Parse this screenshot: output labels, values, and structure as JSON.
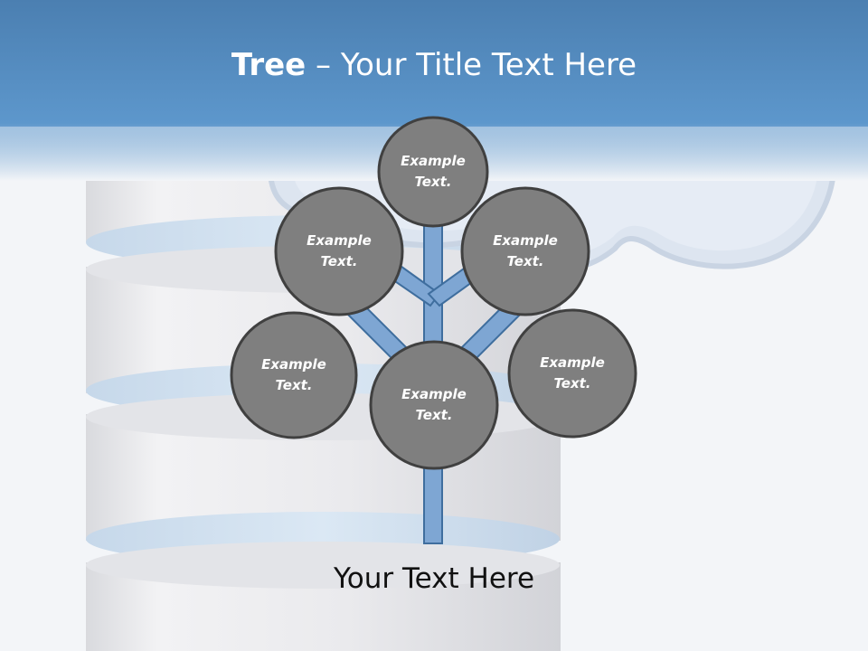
{
  "slide": {
    "title_bold": "Tree",
    "title_rest": " – Your Title Text Here",
    "caption": "Your Text Here"
  },
  "nodes": [
    {
      "line1": "Example",
      "line2": "Text."
    },
    {
      "line1": "Example",
      "line2": "Text."
    },
    {
      "line1": "Example",
      "line2": "Text."
    },
    {
      "line1": "Example",
      "line2": "Text."
    },
    {
      "line1": "Example",
      "line2": "Text."
    },
    {
      "line1": "Example",
      "line2": "Text."
    }
  ],
  "colors": {
    "header_blue": "#5a93c8",
    "node_fill": "#7f7f7f",
    "node_stroke": "#404040",
    "branch_fill": "#7ea6d3",
    "branch_stroke": "#3f6e9e",
    "cloud_fill": "#d9e2ef"
  }
}
